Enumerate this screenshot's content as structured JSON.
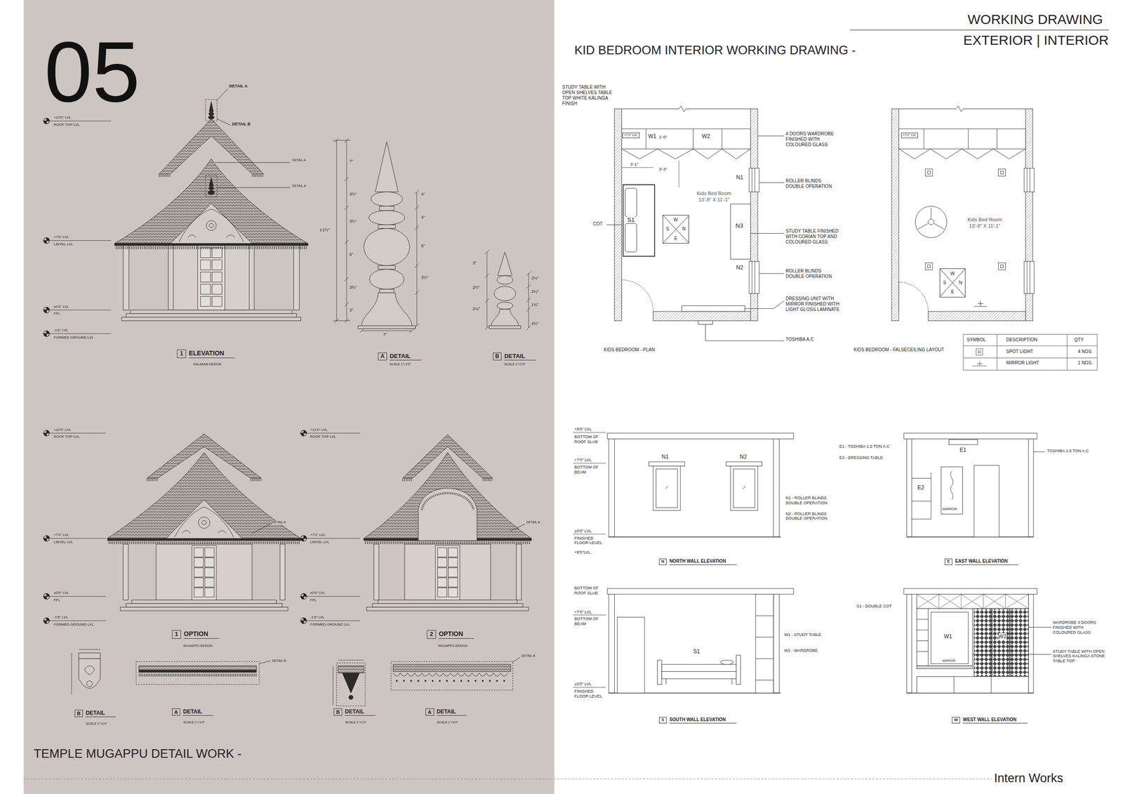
{
  "diagram": {
    "title": "WORKING DRAWING",
    "nodes": [
      {
        "text": [
          "1",
          "ELEVATION"
        ]
      },
      {
        "text": [
          "A",
          "DETAIL"
        ]
      },
      {
        "text": [
          "B",
          "DETAIL"
        ]
      },
      {
        "text": [
          "1",
          "OPTION"
        ]
      },
      {
        "text": [
          "2",
          "OPTION"
        ]
      },
      {
        "text": [
          "B",
          "DETAIL"
        ]
      },
      {
        "text": [
          "A",
          "DETAIL"
        ]
      },
      {
        "text": [
          "B",
          "DETAIL"
        ]
      },
      {
        "text": [
          "A",
          "DETAIL"
        ]
      },
      {
        "text": [
          "Kids Bed Room",
          "13'-9\" X 11'-1\""
        ]
      },
      {
        "text": [
          "W",
          "N",
          "E",
          "S"
        ],
        "in": 9
      },
      {
        "text": [
          "Kids Bed Room",
          "13'-9\" X 11'-1\""
        ]
      },
      {
        "text": [
          "W",
          "N",
          "E",
          "S"
        ],
        "in": 11
      },
      {
        "text": [
          "N",
          "NORTH WALL ELEVATION"
        ]
      },
      {
        "text": [
          "E",
          "EAST WALL ELEVATION"
        ]
      },
      {
        "text": [
          "S",
          "SOUTH WALL ELEVATION"
        ]
      },
      {
        "text": [
          "W",
          "WEST WALL ELEVATION"
        ]
      },
      {
        "text": [
          "+7'0\" LVL"
        ]
      },
      {
        "text": [
          "+7'0\" LVL"
        ]
      }
    ],
    "labels": [
      "05",
      "+12'0\" LVL",
      "ROOF TOP LVL",
      "+7'0\" LVL",
      "LINTEL LVL",
      "±0'0\" LVL",
      "FFL",
      "-1'6\" LVL",
      "FORMED GROUND LVL",
      "DETAIL A",
      "DETAIL B",
      "DETAIL A",
      "DETAIL A",
      "7''",
      "3½''",
      "3½''",
      "5''",
      "3½''",
      "3''",
      "1'1½''",
      "4''",
      "4''",
      "6''",
      "3½''",
      "7''",
      "3''",
      "2½''",
      "2¼''",
      "2¼''",
      "2¼''",
      "1¾''",
      "4½''",
      "KALASAM DESIGN",
      "SCALE 1\"=1'0\"",
      "SCALE 1\"=1'0\"",
      "+12'0\" LVL",
      "ROOF TOP LVL",
      "+7'0\" LVL",
      "LINTEL LVL",
      "±0'0\" LVL",
      "FFL",
      "-1'6\" LVL",
      "FORMED GROUND LVL",
      "+12'0\" LVL",
      "ROOF TOP LVL",
      "+7'0\" LVL",
      "LINTEL LVL",
      "±0'0\" LVL",
      "FFL",
      "-1'6\" LVL",
      "FORMED GROUND LVL",
      "DETAIL A",
      "DETAIL A",
      "MUGAPPU DESIGN",
      "MUGAPPU DESIGN",
      "DETAIL B",
      "DETAIL B",
      "SCALE 1\"=1'0\"",
      "SCALE 1\"=1'0\"",
      "SCALE 1\"=1'0\"",
      "SCALE 1\"=1'0\"",
      "TEMPLE MUGAPPU DETAIL WORK -",
      "EXTERIOR | INTERIOR",
      "KID BEDROOM INTERIOR WORKING DRAWING -",
      "STUDY TABLE WITH OPEN SHELVES TABLE TOP WHITE KALINGA FINISH",
      "W1",
      "1'-0\"",
      "W2",
      "3'-1\"",
      "3'-3\"",
      "4 DOORS WARDROBE FINISHED WITH COLOURED GLASS",
      "N1",
      "ROLLER BLINDS DOUBLE OPERATION",
      "COT",
      "S1",
      "N3",
      "STUDY TABLE FINISHED WITH CORIAN TOP AND COLOURED GLASS",
      "N2",
      "ROLLER BLINDS DOUBLE OPERATION",
      "DRESSING UNIT WITH MIRROR FINISHED WITH LIGHT GLOSS LAMINATE",
      "TOSHIBA A.C",
      "KIDS BEDROOM - PLAN",
      "KIDS BEDROOM - FALSECEILING LAYOUT",
      "SYMBOL",
      "DESCRIPTION",
      "QTY",
      "SPOT LIGHT",
      "4 NOS",
      "MIRROR LIGHT",
      "1 NOS",
      "+9'6\" LVL",
      "BOTTOM OF ROOF SLAB",
      "+7'0\" LVL",
      "BOTTOM OF BEAM",
      "±0'0\" LVL",
      "FINISHED FLOOR LEVEL",
      "+9'6\"LVL.",
      "N1",
      "N2",
      "N1 - ROLLER BLINDS DOUBLE OPERATION",
      "N2 - ROLLER BLINDS DOUBLE OPERATION",
      "E1 - TOSHIBA 1.5 TON A.C",
      "E2 - DRESSING TABLE",
      "E1",
      "TOSHIBA 1.5 TON A.C",
      "E2",
      "MIRROR",
      "BOTTOM OF ROOF SLAB",
      "+7'0\" LVL",
      "BOTTOM OF BEAM",
      "±0'0\" LVL",
      "FINISHED FLOOR LEVEL",
      "S1",
      "W1 - STUDY TABLE",
      "W2 - WARDROBE",
      "S1 - DOUBLE COT",
      "W1",
      "W2",
      "MIRROR",
      "WARDROBE 4 DOORS FINISHED WITH COLOURED GLASS",
      "STUDY TABLE WITH OPEN SHELVES KALINGA STONE TABLE TOP",
      "Intern Works"
    ]
  }
}
